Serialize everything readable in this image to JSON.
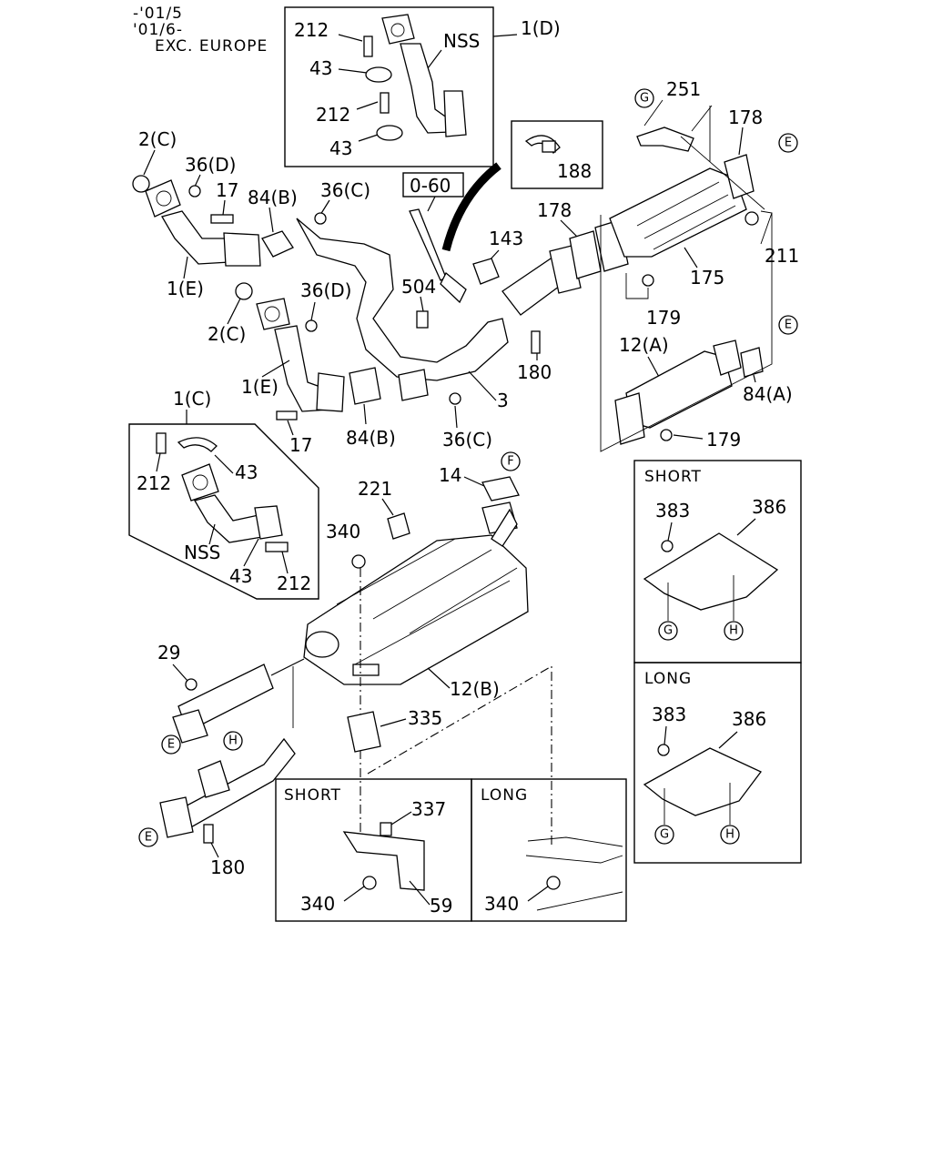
{
  "header": {
    "line1": "-'01/5",
    "line2": "'01/6-",
    "line3": "EXC. EUROPE"
  },
  "insets": {
    "d_box": {
      "nss": "NSS",
      "ref": "1(D)"
    },
    "c_box": {
      "nss": "NSS",
      "ref": "1(C)"
    },
    "o60_box": {
      "label": "0-60"
    },
    "clip_box": {
      "label": "188"
    },
    "short_top": {
      "title": "SHORT"
    },
    "long_top": {
      "title": "LONG"
    },
    "short_bottom": {
      "title": "SHORT"
    },
    "long_bottom": {
      "title": "LONG"
    }
  },
  "labels": {
    "p212a": "212",
    "p43a": "43",
    "p212b": "212",
    "p43b": "43",
    "p2c_a": "2(C)",
    "p36d_a": "36(D)",
    "p17a": "17",
    "p84b_a": "84(B)",
    "p36c_a": "36(C)",
    "p1e_a": "1(E)",
    "p2c_b": "2(C)",
    "p36d_b": "36(D)",
    "p1e_b": "1(E)",
    "p17b": "17",
    "p84b_b": "84(B)",
    "p36c_b": "36(C)",
    "p3": "3",
    "p504": "504",
    "p143": "143",
    "p178a": "178",
    "p180a": "180",
    "p251": "251",
    "p178b": "178",
    "p175": "175",
    "p211": "211",
    "p179a": "179",
    "p12a": "12(A)",
    "p84a": "84(A)",
    "p179b": "179",
    "p212c": "212",
    "p43c": "43",
    "p43d": "43",
    "p212d": "212",
    "p14": "14",
    "p221": "221",
    "p340a": "340",
    "p12b": "12(B)",
    "p335": "335",
    "p29": "29",
    "p180b": "180",
    "p383a": "383",
    "p386a": "386",
    "p383b": "383",
    "p386b": "386",
    "p337": "337",
    "p340b": "340",
    "p59": "59",
    "p340c": "340"
  },
  "markers": {
    "e1": "E",
    "e2": "E",
    "e3": "E",
    "e4": "E",
    "f1": "F",
    "g1": "G",
    "g2": "G",
    "g3": "G",
    "h1": "H",
    "h2": "H",
    "h3": "H"
  },
  "colors": {
    "ink": "#000000",
    "paper": "#ffffff"
  }
}
